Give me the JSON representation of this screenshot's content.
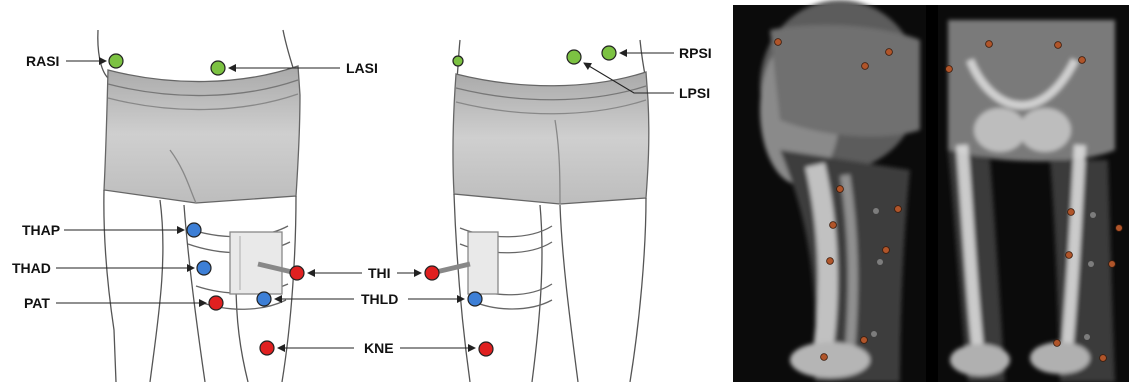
{
  "labels": {
    "rasi": "RASI",
    "lasi": "LASI",
    "rpsi": "RPSI",
    "lpsi": "LPSI",
    "thap": "THAP",
    "thad": "THAD",
    "pat": "PAT",
    "thi": "THI",
    "thld": "THLD",
    "kne": "KNE"
  },
  "colors": {
    "green_marker": "#7cc242",
    "blue_marker": "#3d7fd6",
    "red_marker": "#e02020",
    "shorts": "#b8b8b8",
    "xray_bg": "#0b0b0b"
  }
}
